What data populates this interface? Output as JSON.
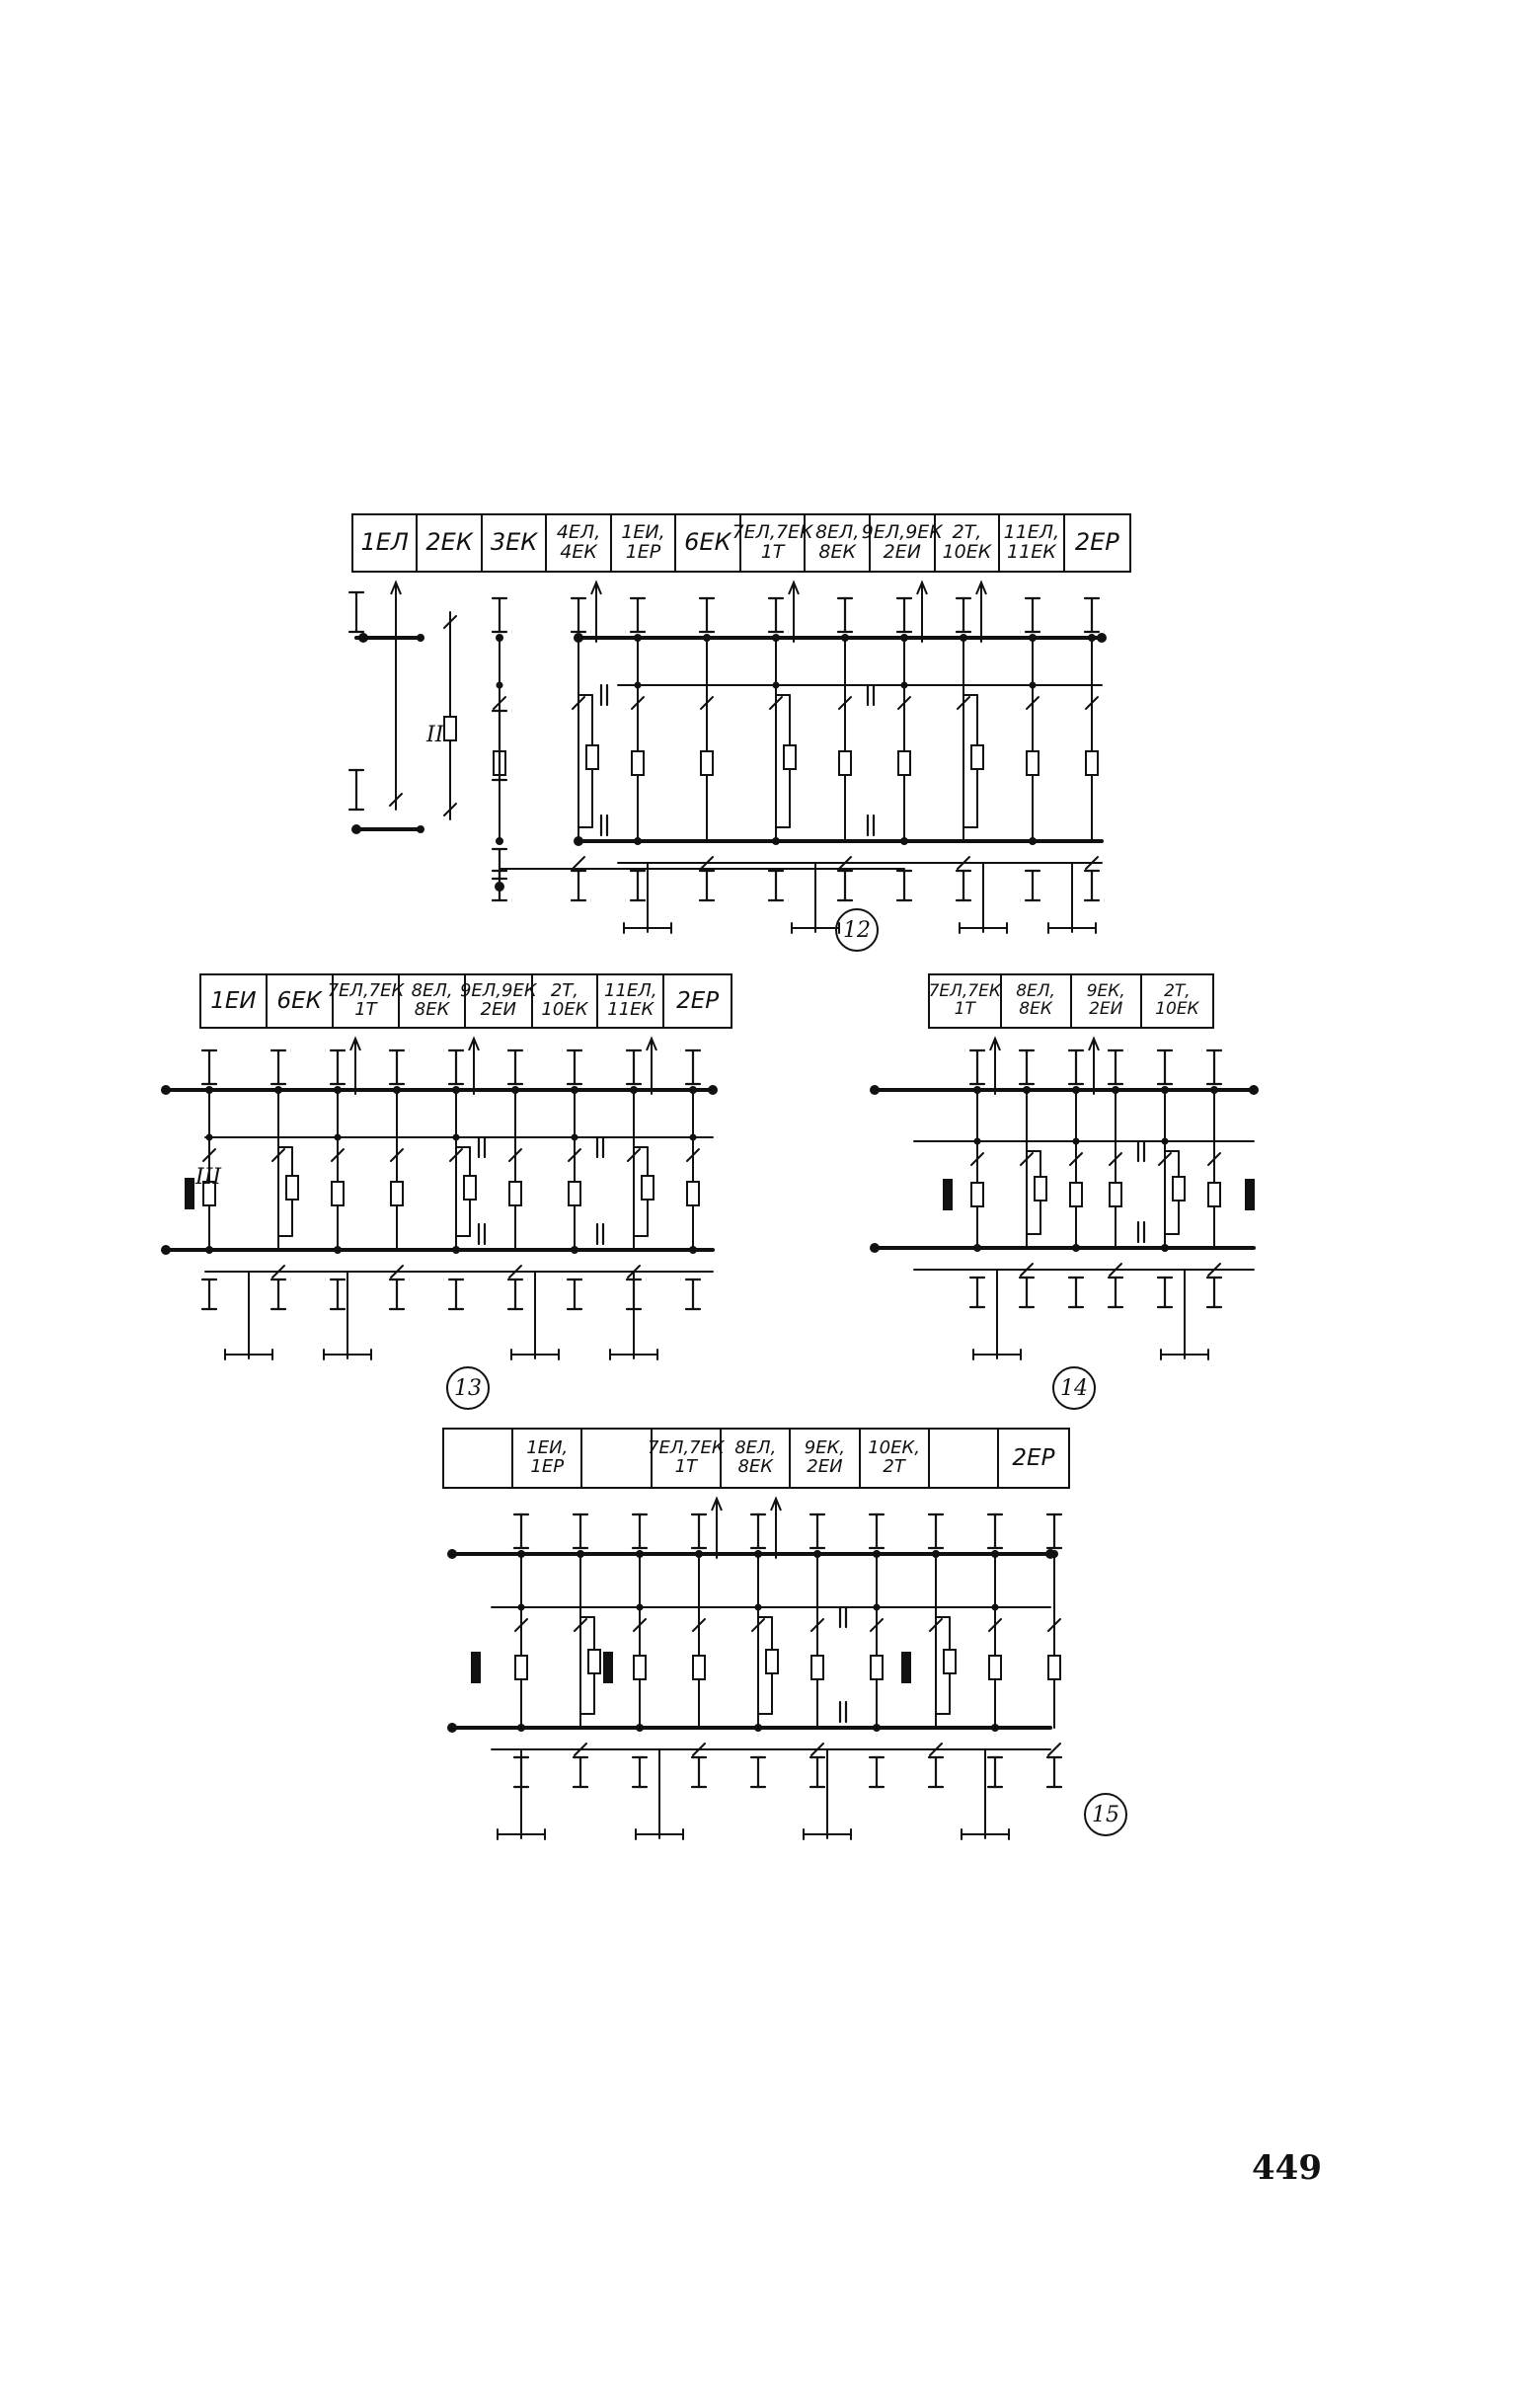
{
  "figures": [
    {
      "label": "12",
      "header": [
        {
          "l1": "1ЕЛ",
          "l2": ""
        },
        {
          "l1": "2ЕК",
          "l2": ""
        },
        {
          "l1": "3ЕК",
          "l2": ""
        },
        {
          "l1": "4ЕЛ,",
          "l2": "4ЕК"
        },
        {
          "l1": "1ЕИ,",
          "l2": "1ЕР"
        },
        {
          "l1": "6ЕК",
          "l2": ""
        },
        {
          "l1": "7ЕЛ,7ЕК",
          "l2": "1Т"
        },
        {
          "l1": "8ЕЛ,",
          "l2": "8ЕК"
        },
        {
          "l1": "9ЕЛ,9ЕК",
          "l2": "2ЕИ"
        },
        {
          "l1": "2Т,",
          "l2": "10ЕК"
        },
        {
          "l1": "11ЕЛ,",
          "l2": "11ЕК"
        },
        {
          "l1": "2ЕР",
          "l2": ""
        }
      ],
      "roman": "II"
    },
    {
      "label": "13",
      "header": [
        {
          "l1": "1ЕИ",
          "l2": ""
        },
        {
          "l1": "6ЕК",
          "l2": ""
        },
        {
          "l1": "7ЕЛ,7ЕК",
          "l2": "1Т"
        },
        {
          "l1": "8ЕЛ,",
          "l2": "8ЕК"
        },
        {
          "l1": "9ЕЛ,9ЕК",
          "l2": "2ЕИ"
        },
        {
          "l1": "2Т,",
          "l2": "10ЕК"
        },
        {
          "l1": "11ЕЛ,",
          "l2": "11ЕК"
        },
        {
          "l1": "2ЕР",
          "l2": ""
        }
      ],
      "roman": "III"
    },
    {
      "label": "14",
      "header": [
        {
          "l1": "7ЕЛ,7ЕК",
          "l2": "1Т"
        },
        {
          "l1": "8ЕЛ,",
          "l2": "8ЕК"
        },
        {
          "l1": "9ЕК,",
          "l2": "2ЕИ"
        },
        {
          "l1": "2Т,",
          "l2": "10ЕК"
        }
      ]
    },
    {
      "label": "15",
      "header": [
        {
          "l1": "",
          "l2": ""
        },
        {
          "l1": "1ЕИ,",
          "l2": "1ЕР"
        },
        {
          "l1": "",
          "l2": ""
        },
        {
          "l1": "7ЕЛ,7ЕК",
          "l2": "1Т"
        },
        {
          "l1": "8ЕЛ,",
          "l2": "8ЕК"
        },
        {
          "l1": "9ЕК,",
          "l2": "2ЕИ"
        },
        {
          "l1": "10ЕК,",
          "l2": "2Т"
        },
        {
          "l1": "",
          "l2": ""
        },
        {
          "l1": "2ЕР",
          "l2": ""
        }
      ]
    }
  ],
  "page_number": "449"
}
